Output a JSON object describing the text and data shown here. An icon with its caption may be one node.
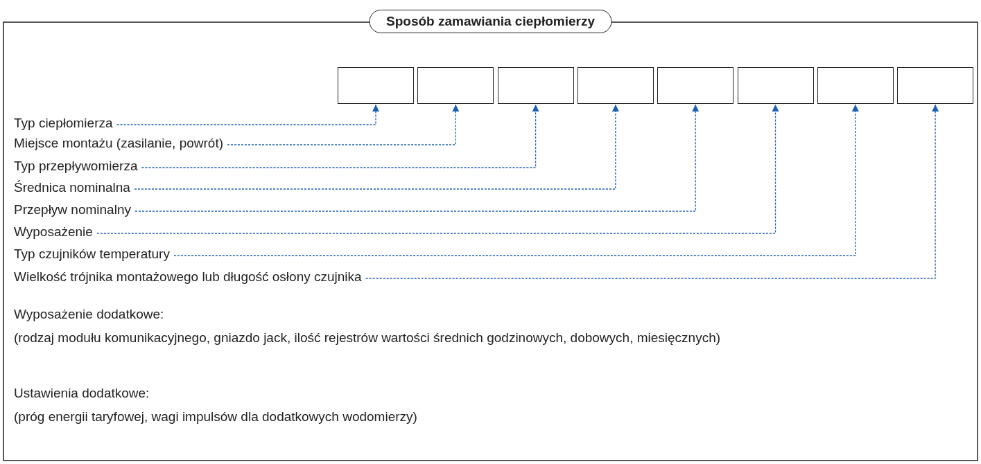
{
  "diagram": {
    "title": "Sposób zamawiania ciepłomierzy",
    "nodes": [
      {
        "text": [],
        "shape": "box"
      },
      {
        "text": [],
        "shape": "box"
      },
      {
        "text": [],
        "shape": "box"
      },
      {
        "text": [],
        "shape": "box"
      },
      {
        "text": [],
        "shape": "box"
      },
      {
        "text": [],
        "shape": "box"
      },
      {
        "text": [],
        "shape": "box"
      },
      {
        "text": [],
        "shape": "box"
      },
      {
        "text": [
          "Typ ciepłomierza"
        ]
      },
      {
        "text": [
          "Miejsce montażu (zasilanie, powrót)"
        ]
      },
      {
        "text": [
          "Typ przepływomierza"
        ]
      },
      {
        "text": [
          "Średnica nominalna"
        ]
      },
      {
        "text": [
          "Przepływ nominalny"
        ]
      },
      {
        "text": [
          "Wyposażenie"
        ]
      },
      {
        "text": [
          "Typ czujników temperatury"
        ]
      },
      {
        "text": [
          "Wielkość trójnika montażowego lub długość osłony czujnika"
        ]
      }
    ],
    "edges": [
      {
        "from": 8,
        "to": 0,
        "arrow": "to",
        "style": "dashed"
      },
      {
        "from": 9,
        "to": 1,
        "arrow": "to",
        "style": "dashed"
      },
      {
        "from": 10,
        "to": 2,
        "arrow": "to",
        "style": "dashed"
      },
      {
        "from": 11,
        "to": 3,
        "arrow": "to",
        "style": "dashed"
      },
      {
        "from": 12,
        "to": 4,
        "arrow": "to",
        "style": "dashed"
      },
      {
        "from": 13,
        "to": 5,
        "arrow": "to",
        "style": "dashed"
      },
      {
        "from": 14,
        "to": 6,
        "arrow": "to",
        "style": "dashed"
      },
      {
        "from": 15,
        "to": 7,
        "arrow": "to",
        "style": "dashed"
      }
    ],
    "labels": [
      "Wyposażenie dodatkowe:",
      "(rodzaj modułu komunikacyjnego, gniazdo jack, ilość rejestrów wartości średnich godzinowych, dobowych, miesięcznych)",
      "Ustawienia dodatkowe:",
      "(próg energii taryfowej, wagi impulsów dla dodatkowych wodomierzy)"
    ]
  }
}
